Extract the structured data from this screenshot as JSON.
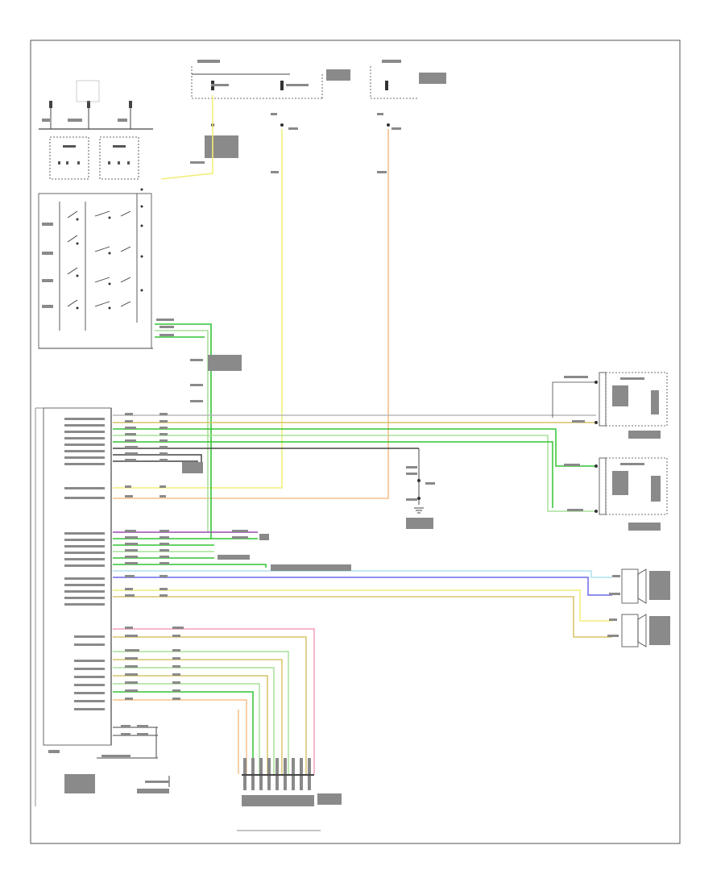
{
  "figure_id": "",
  "colors": {
    "frame": "#555555",
    "wire_black": "#333333",
    "wire_yellow": "#f2ee7a",
    "wire_orange": "#f5c08a",
    "wire_green": "#34c434",
    "wire_light_green": "#a8e09a",
    "wire_light_blue": "#aee0f0",
    "wire_blue": "#6a6ae8",
    "wire_tan": "#d8c46a",
    "wire_pink": "#f4a0b8",
    "wire_purple": "#9a4ab0",
    "wire_gray": "#b8b8b8",
    "label_gray": "#8a8a8a"
  },
  "components": [
    "steering-wheel-control-switches",
    "radio",
    "left-front-door-speaker",
    "right-front-door-speaker",
    "right-instrument-panel-speaker",
    "left-instrument-panel-speaker",
    "ground",
    "underdash-fuse-block",
    "antenna",
    "data-link-connector"
  ]
}
